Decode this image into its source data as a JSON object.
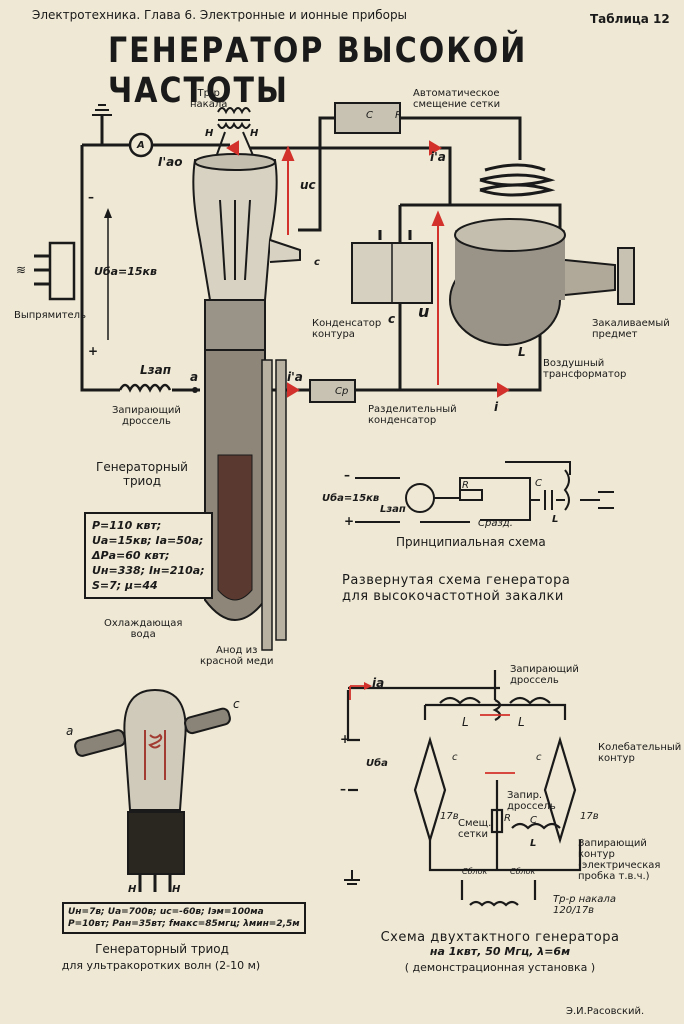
{
  "header": {
    "left": "Электротехника. Глава 6. Электронные и ионные приборы",
    "right": "Таблица 12",
    "title": "ГЕНЕРАТОР ВЫСОКОЙ ЧАСТОТЫ"
  },
  "main_diagram": {
    "transformer_heat": [
      "Тр-р",
      "накала"
    ],
    "h_left": "Н",
    "h_right": "Н",
    "ammeter": "A",
    "i_ao": "I'ао",
    "auto_bias": [
      "Автоматическое",
      "смещение сетки"
    ],
    "c_label": "C",
    "r_label": "R",
    "u_c": "uс",
    "i_a_top": "i'а",
    "c_grid": "с",
    "u_ba": "Uба=15кв",
    "rectifier": "Выпрямитель",
    "minus": "–",
    "plus": "+",
    "l_zap": "Lзап",
    "a_label": "а",
    "i_a_mid": "i'а",
    "choke": [
      "Запирающий",
      "дроссель"
    ],
    "c_p": "Cр",
    "sep_cap": [
      "Разделительный",
      "конденсатор"
    ],
    "i_label": "i",
    "u_label": "u",
    "c_circuit": "с",
    "circuit_cap": [
      "Конденсатор",
      "контура"
    ],
    "l_label": "L",
    "hardened": [
      "Закаливаемый",
      "предмет"
    ],
    "air_tr": [
      "Воздушный",
      "трансформатор"
    ],
    "triode": [
      "Генераторный",
      "триод"
    ],
    "params": [
      "P=110 квт;",
      "Uа=15кв; Iа=50а;",
      "ΔPа=60 квт;",
      "Uн=338; Iн=210а;",
      "S=7; μ=44"
    ],
    "cooling": [
      "Охлаждающая",
      "вода"
    ],
    "anode": [
      "Анод из",
      "красной меди"
    ]
  },
  "principle": {
    "u_ba": "Uба=15кв",
    "minus": "–",
    "plus": "+",
    "r": "R",
    "c": "C",
    "l_zap": "Lзап",
    "c_razd": "Cразд.",
    "l": "L",
    "caption": "Принципиальная схема",
    "expanded": [
      "Развернутая схема генератора",
      "для высокочастотной закалки"
    ]
  },
  "uhf_triode": {
    "a": "а",
    "c": "с",
    "h1": "Н",
    "h2": "Н",
    "params": [
      "Uн=7в; Uа=700в; uс=-60в; Iэм=100ма",
      "P=10вт; Pан=35вт; fмакс=85мгц; λмин=2,5м"
    ],
    "caption1": "Генераторный триод",
    "caption2": "для ультракоротких волн (2-10 м)"
  },
  "push_pull": {
    "choke": [
      "Запирающий",
      "дроссель"
    ],
    "i_a": "iа",
    "plus": "+",
    "minus": "–",
    "u_ba": "Uба",
    "l1": "L",
    "l2": "L",
    "c1": "с",
    "c2": "с",
    "osc": [
      "Колебательный",
      "контур"
    ],
    "zap": [
      "Запир.",
      "дроссель"
    ],
    "v178a": "17в",
    "v178b": "17в",
    "bias": [
      "Смещ.",
      "сетки"
    ],
    "r": "R",
    "c": "C",
    "l": "L",
    "blocking": [
      "Запирающий",
      "контур",
      "(электрическая",
      "пробка т.в.ч.)"
    ],
    "cblok1": "Cблок",
    "cblok2": "Cблок",
    "tr": [
      "Тр-р накала",
      "120/17в"
    ],
    "title": "Схема двухтактного генератора",
    "sub": "на 1квт, 50 Мгц, λ=6м",
    "demo": "( демонстрационная установка )"
  },
  "author": "Э.И.Расовский."
}
